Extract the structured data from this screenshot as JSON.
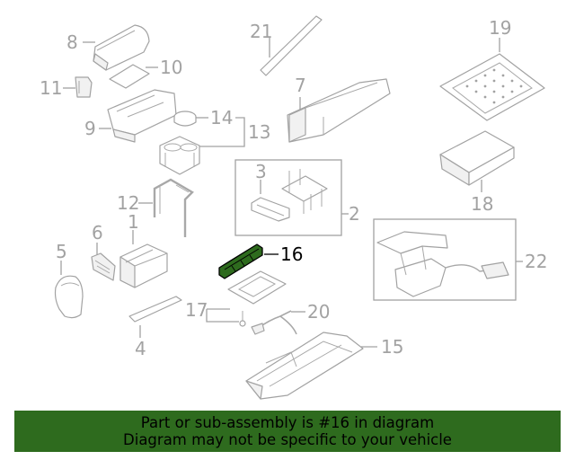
{
  "callouts": {
    "c1": "1",
    "c2": "2",
    "c3": "3",
    "c4": "4",
    "c5": "5",
    "c6": "6",
    "c7": "7",
    "c8": "8",
    "c9": "9",
    "c10": "10",
    "c11": "11",
    "c12": "12",
    "c13": "13",
    "c14": "14",
    "c15": "15",
    "c16": "16",
    "c17": "17",
    "c18": "18",
    "c19": "19",
    "c20": "20",
    "c21": "21",
    "c22": "22"
  },
  "highlighted_part": "16",
  "colors": {
    "highlight": "#2e6b1e",
    "parts": "#a2a2a2"
  },
  "banner": {
    "line1": "Part or sub-assembly is #16 in diagram",
    "line2": "Diagram may not be specific to your vehicle"
  }
}
